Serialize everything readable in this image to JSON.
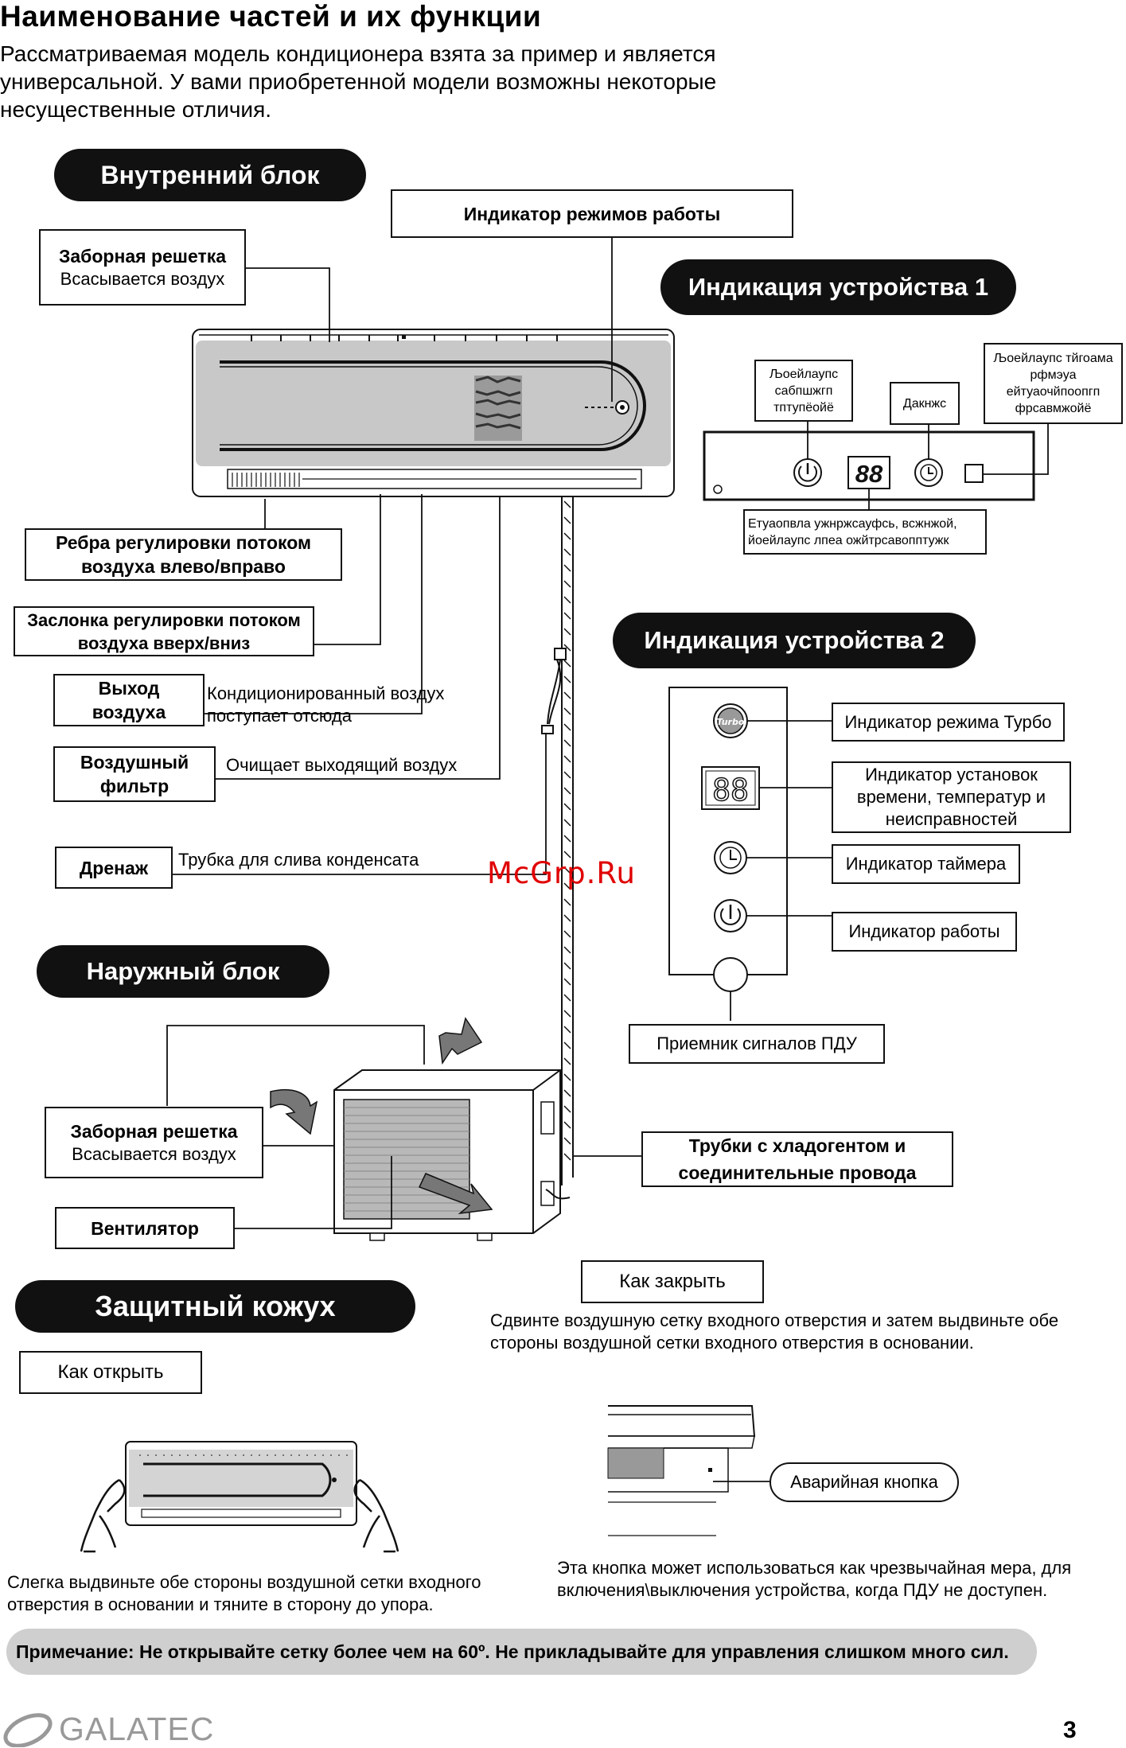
{
  "page": {
    "title": "Наименование частей и их функции",
    "intro": "Рассматриваемая модель кондиционера взята за пример и является универсальной. У вами приобретенной модели возможны некоторые несущественные отличия.",
    "watermark": "McGrp.Ru",
    "brand": "GALATEC",
    "page_number": "3"
  },
  "indoor": {
    "heading": "Внутренний блок",
    "mode_indicator": "Индикатор режимов работы",
    "intake_grille_title": "Заборная решетка",
    "intake_grille_desc": "Всасывается воздух",
    "louvers_lr": "Ребра регулировки потоком воздуха влево/вправо",
    "flap_ud": "Заслонка регулировки потоком воздуха вверх/вниз",
    "outlet_title": "Выход воздуха",
    "outlet_desc": "Кондиционированный воздух поступает отсюда",
    "filter_title": "Воздушный фильтр",
    "filter_desc": "Очищает выходящий воздух",
    "drain_title": "Дренаж",
    "drain_desc": "Трубка для слива конденсата"
  },
  "display1": {
    "heading": "Индикация устройства 1",
    "label_left": "Љоейлаупс сабпшжгп тптупёойё",
    "label_mid": "Дакнжс",
    "label_right": "Љоейлаупс тйгоама рфмэуа ейтуаочйпоопгп фрсавмжойё",
    "label_bottom": "Етуаопвла ужнржсауфсь, всжнжой, йоейлаупс лпеа ожйтрсавопптужк",
    "digits": "88"
  },
  "display2": {
    "heading": "Индикация устройства 2",
    "turbo": "Индикатор режима Турбо",
    "turbo_icon_text": "Turbo",
    "setting": "Индикатор установок времени, температур и неисправностей",
    "timer": "Индикатор таймера",
    "run": "Индикатор работы",
    "receiver": "Приемник сигналов ПДУ",
    "digits": "88"
  },
  "outdoor": {
    "heading": "Наружный блок",
    "intake_title": "Заборная решетка",
    "intake_desc": "Всасывается воздух",
    "fan": "Вентилятор",
    "pipes": "Трубки с хладогентом и соединительные провода"
  },
  "cover": {
    "heading": "Защитный кожух",
    "open_label": "Как открыть",
    "open_text": "Слегка выдвиньте обе стороны воздушной сетки входного отверстия в основании и тяните в сторону до упора.",
    "close_label": "Как закрыть",
    "close_text": "Сдвинте воздушную сетку входного отверстия и затем выдвиньте обе стороны воздушной сетки входного отверстия в основании.",
    "emergency_label": "Аварийная кнопка",
    "emergency_text": "Эта кнопка может использоваться как чрезвычайная мера, для включения\\выключения устройства, когда ПДУ не доступен."
  },
  "note": "Примечание: Не открывайте сетку более чем на 60º. Не прикладывайте для управления слишком много сил."
}
